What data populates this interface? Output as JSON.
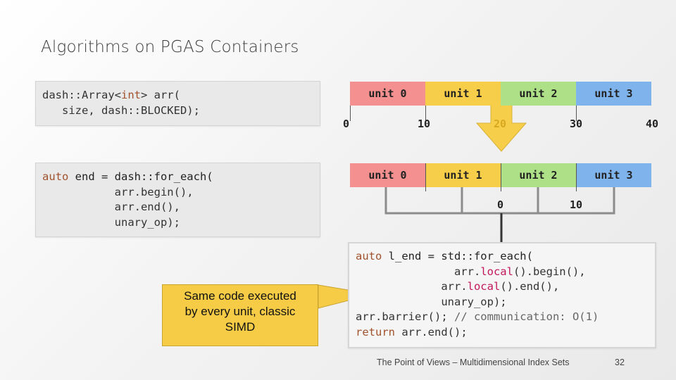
{
  "title": "Algorithms on PGAS Containers",
  "code_top": {
    "line1_a": "dash::Array<",
    "line1_kw": "int",
    "line1_b": "> arr(",
    "line2": "   size, dash::BLOCKED);"
  },
  "code_mid": {
    "line1_kw": "auto",
    "line1_b": " end = dash::for_each(",
    "line2": "           arr.begin(),",
    "line3": "           arr.end(),",
    "line4": "           unary_op);"
  },
  "global_units": [
    "unit 0",
    "unit 1",
    "unit 2",
    "unit 3"
  ],
  "global_ticks": [
    "0",
    "10",
    "20",
    "30",
    "40"
  ],
  "local_units": [
    "unit 0",
    "unit 1",
    "unit 2",
    "unit 3"
  ],
  "local_ticks": [
    "0",
    "10"
  ],
  "code_local": {
    "line1_kw": "auto",
    "line1_b": " l_end = std::for_each(",
    "line2_a": "               arr.",
    "line2_local": "local",
    "line2_b": "().begin(),",
    "line3_a": "             arr.",
    "line3_local": "local",
    "line3_b": "().end(),",
    "line4": "             unary_op);",
    "line5_a": "arr.barrier(); ",
    "line5_cm": "// communication: O(1)",
    "line6_kw": "return",
    "line6_b": " arr.end();"
  },
  "callout": {
    "line1": "Same code executed",
    "line2": "by every unit, classic",
    "line3": "SIMD"
  },
  "footer": "The Point of Views – Multidimensional Index Sets",
  "page_number": "32",
  "colors": {
    "unit0": "#f4908f",
    "unit1": "#f7ce4a",
    "unit2": "#aee087",
    "unit3": "#7fb3ec",
    "callout": "#f6cb46"
  }
}
